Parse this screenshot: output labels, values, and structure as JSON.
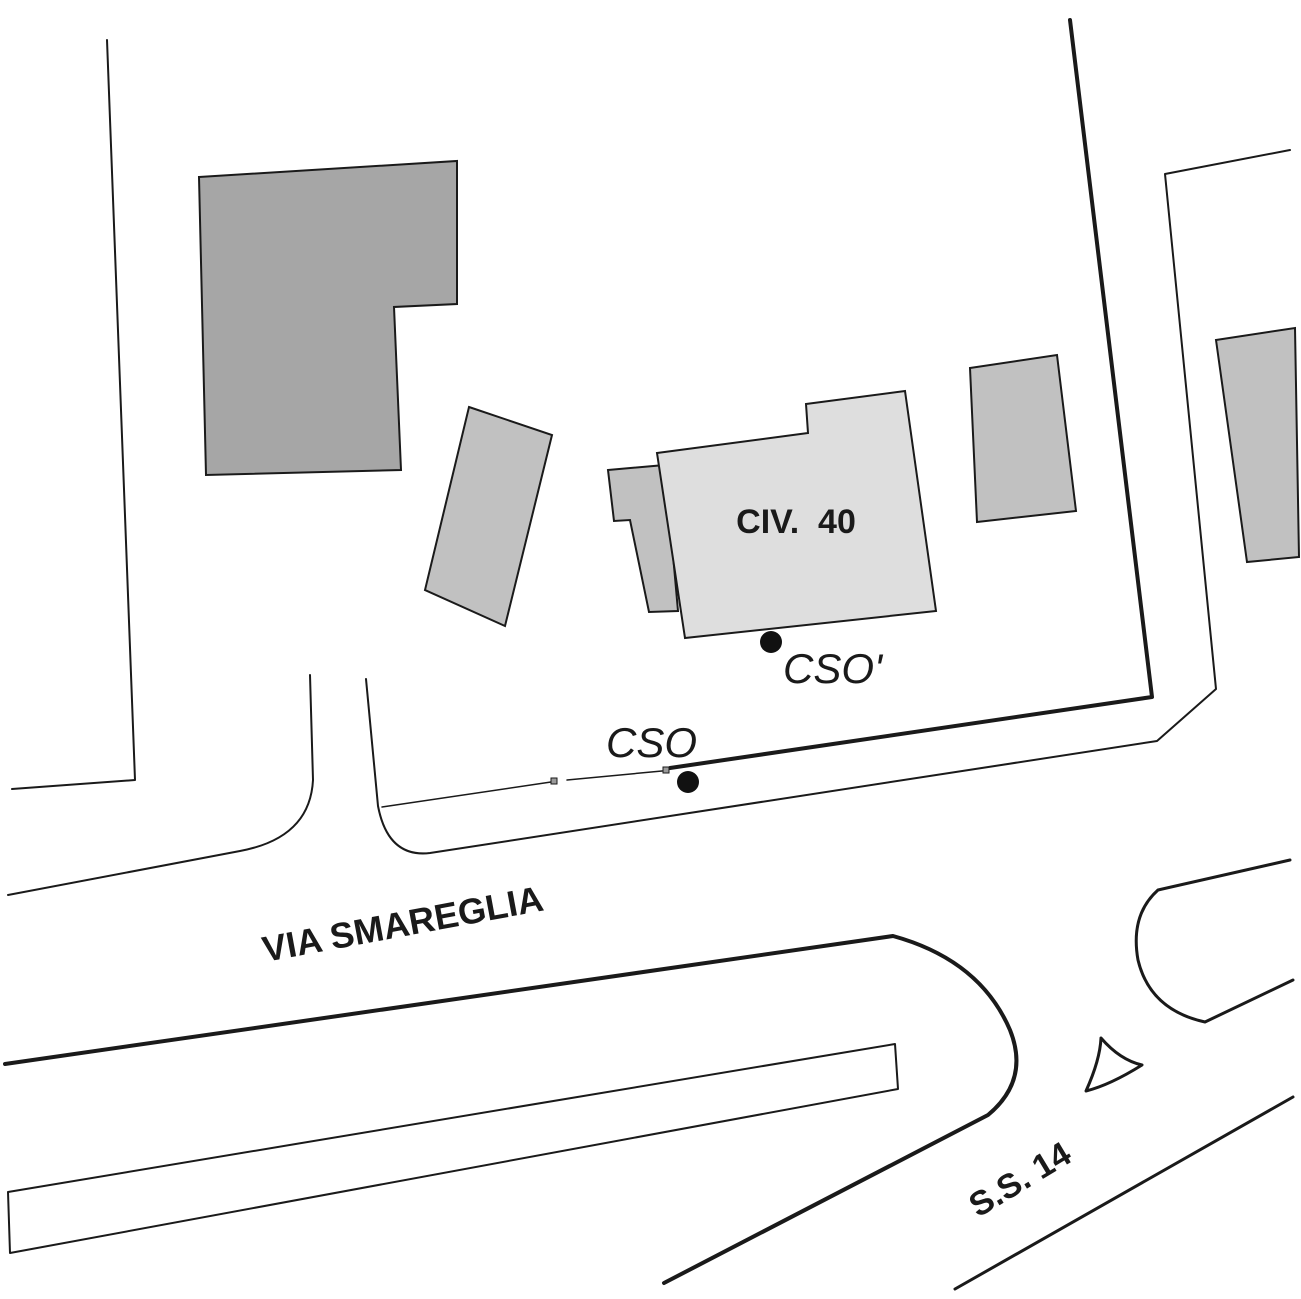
{
  "map": {
    "building_label": "CIV.  40",
    "street_label": "VIA SMAREGLIA",
    "highway_label": "S.S. 14",
    "point_labels": {
      "cso": "CSO",
      "cso_prime": "CSO'"
    }
  },
  "colors": {
    "dark_building": "#a6a6a6",
    "medium_building": "#c1c1c1",
    "target_building": "#dedede",
    "line": "#1a1a1a"
  }
}
